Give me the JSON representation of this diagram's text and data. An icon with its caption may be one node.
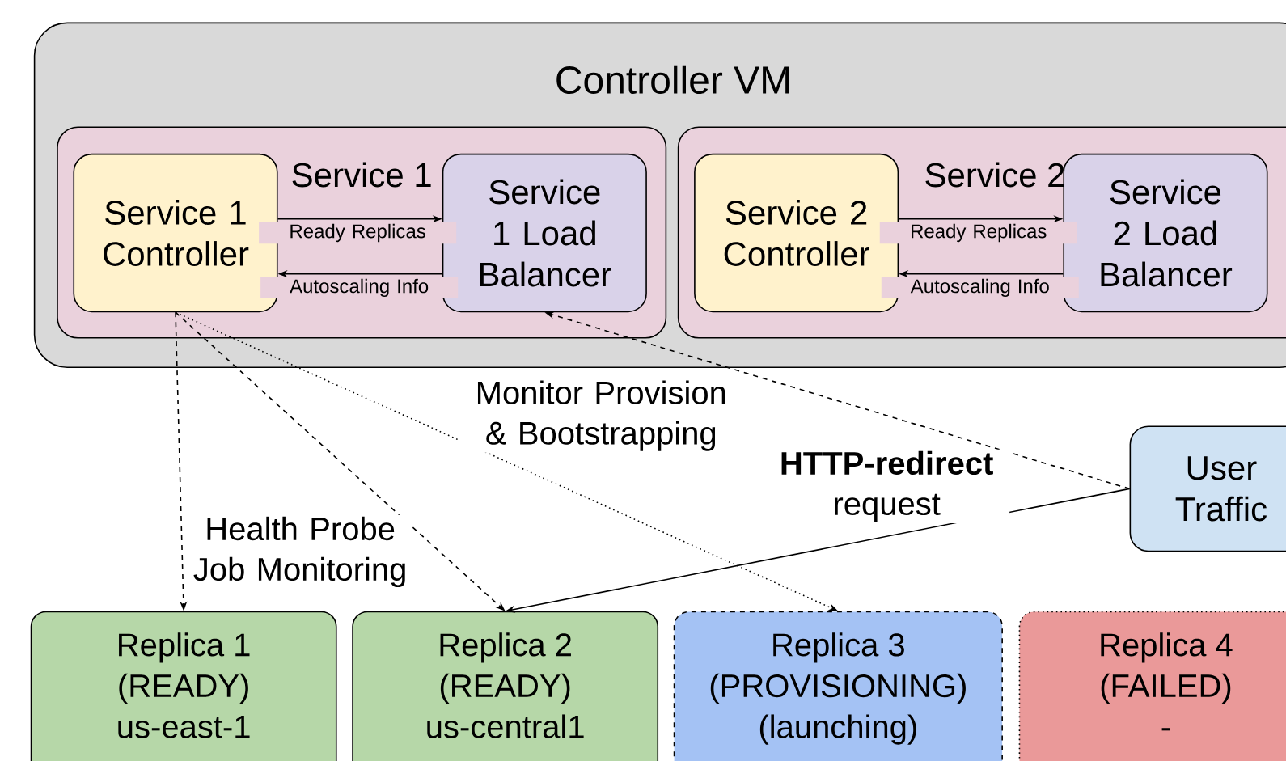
{
  "diagram": {
    "nodes": [
      {
        "text": [
          "Controller VM"
        ]
      },
      {
        "text": [
          "Service 1"
        ],
        "in": 0
      },
      {
        "text": [
          "Service 1 Controller"
        ],
        "in": 1
      },
      {
        "text": [
          "Service 1 Load Balancer"
        ],
        "in": 1
      },
      {
        "text": [
          "Service 2"
        ],
        "in": 0
      },
      {
        "text": [
          "Service 2 Controller"
        ],
        "in": 4
      },
      {
        "text": [
          "Service 2 Load Balancer"
        ],
        "in": 4
      },
      {
        "text": [
          "User Traffic"
        ]
      },
      {
        "text": [
          "Replica 1",
          "(READY)",
          "us-east-1"
        ]
      },
      {
        "text": [
          "Replica 2",
          "(READY)",
          "us-central1"
        ]
      },
      {
        "text": [
          "Replica 3",
          "(PROVISIONING)",
          "(launching)"
        ]
      },
      {
        "text": [
          "Replica 4",
          "(FAILED)",
          "-"
        ]
      }
    ],
    "edges": [
      {
        "from": 2,
        "to": 3,
        "arrow": "to",
        "label": "Ready Replicas"
      },
      {
        "from": 3,
        "to": 2,
        "arrow": "to",
        "label": "Autoscaling Info"
      },
      {
        "from": 5,
        "to": 6,
        "arrow": "to",
        "label": "Ready Replicas"
      },
      {
        "from": 6,
        "to": 5,
        "arrow": "to",
        "label": "Autoscaling Info"
      },
      {
        "from": 2,
        "to": 8,
        "arrow": "to",
        "style": "dashed",
        "label": "Health Probe Job Monitoring"
      },
      {
        "from": 2,
        "to": 9,
        "arrow": "to",
        "style": "dashed"
      },
      {
        "from": 2,
        "to": 10,
        "arrow": "to",
        "style": "dashed",
        "label": "Monitor Provision & Bootstrapping"
      },
      {
        "from": 7,
        "to": 3,
        "arrow": "to",
        "style": "dashed"
      },
      {
        "from": 7,
        "to": 9,
        "arrow": "to",
        "label": "**HTTP-redirect** request"
      }
    ]
  }
}
